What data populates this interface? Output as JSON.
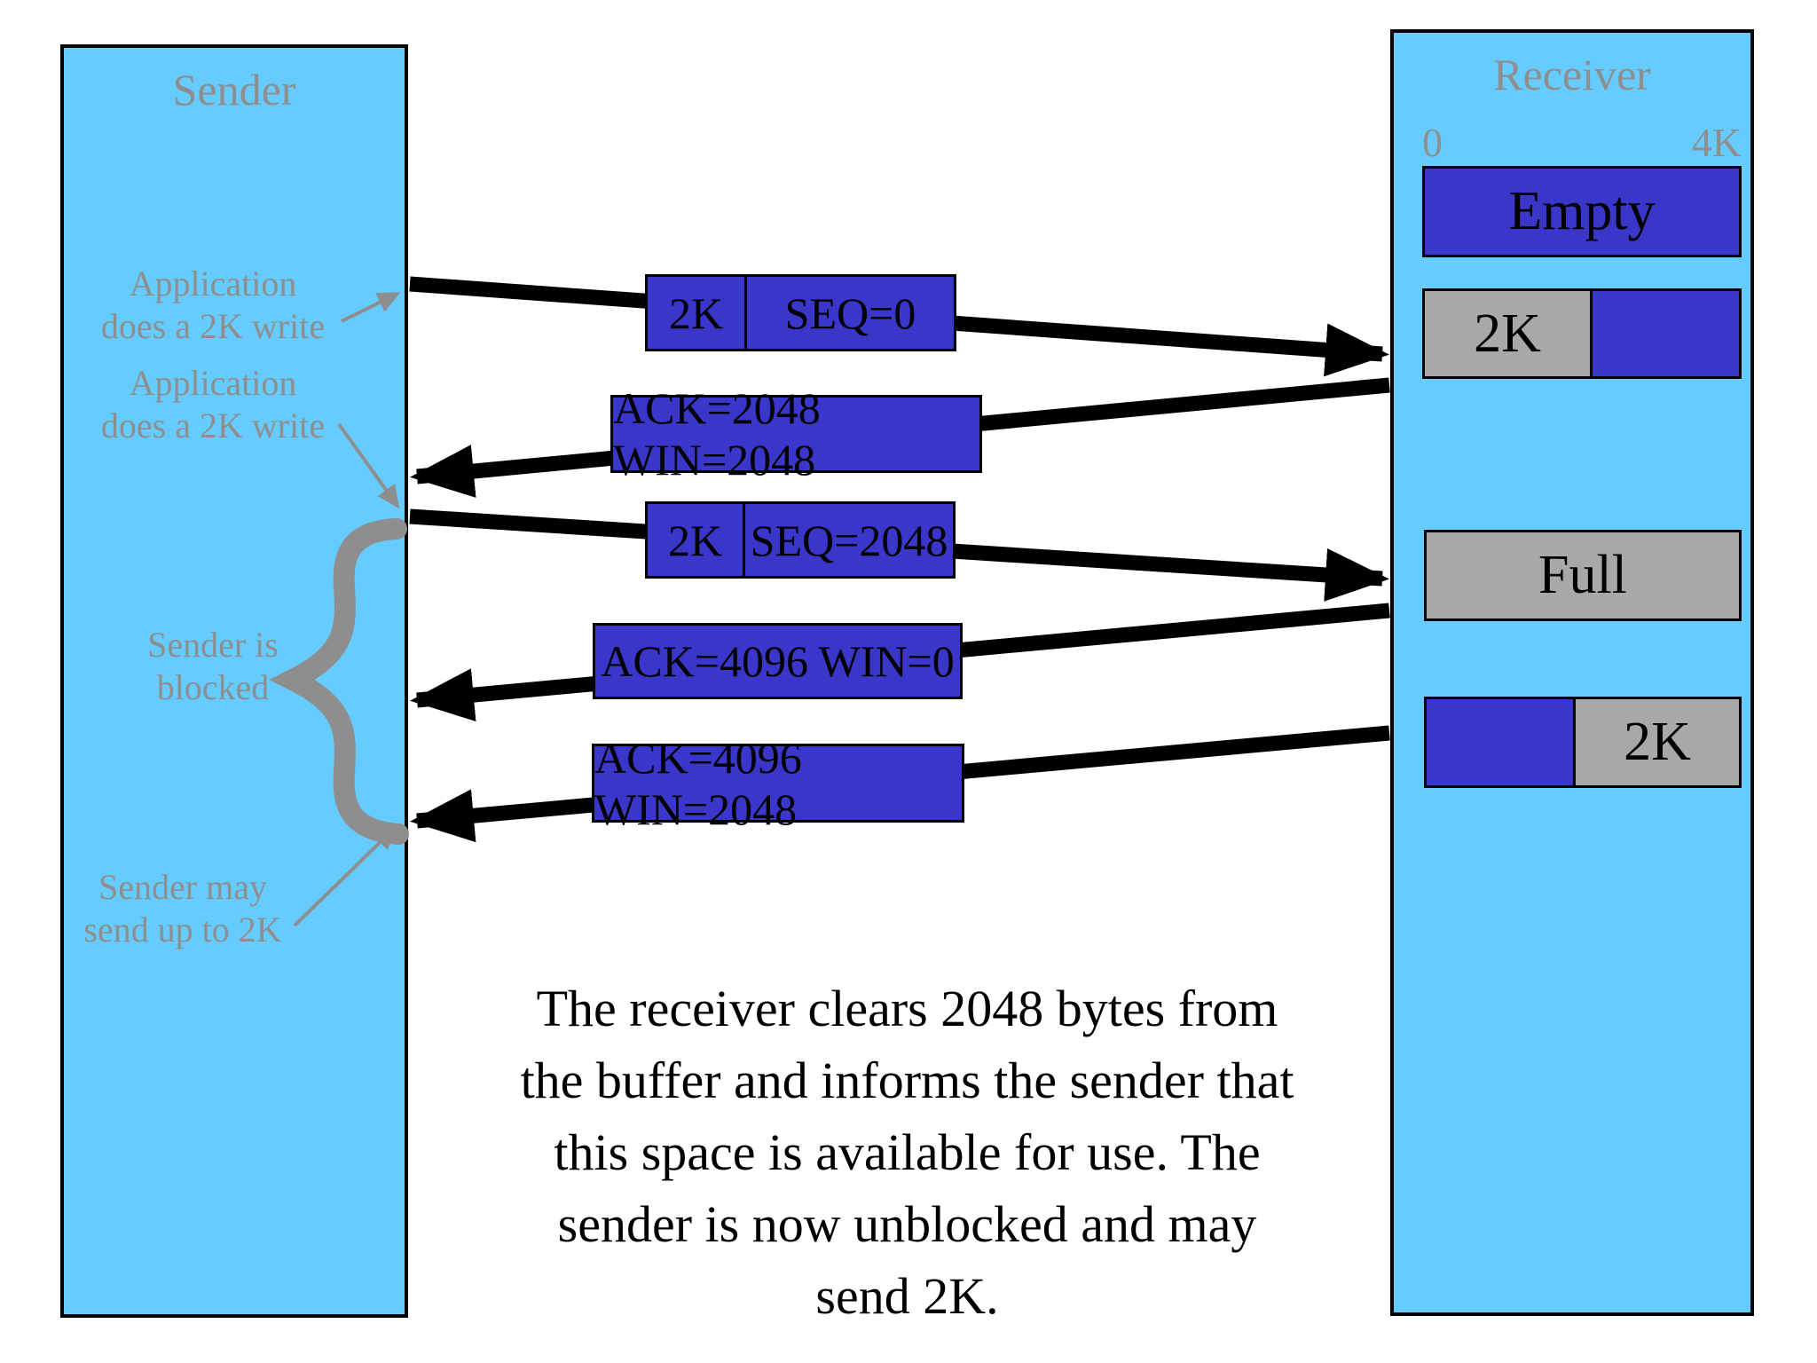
{
  "sender_panel": {
    "title": "Sender",
    "annotations": [
      {
        "lines": [
          "Application",
          "does a 2K write"
        ]
      },
      {
        "lines": [
          "Application",
          "does a 2K write"
        ]
      },
      {
        "lines": [
          "Sender is",
          "blocked"
        ]
      },
      {
        "lines": [
          "Sender may",
          "send up to 2K"
        ]
      }
    ]
  },
  "receiver_panel": {
    "title": "Receiver",
    "scale": {
      "start": "0",
      "end": "4K"
    },
    "buffers": [
      {
        "label": "Empty"
      },
      {
        "filled_label": "2K"
      },
      {
        "label": "Full"
      },
      {
        "remaining_label": "2K"
      }
    ]
  },
  "messages": [
    {
      "size": "2K",
      "label": "SEQ=0",
      "direction": "to-receiver"
    },
    {
      "label": "ACK=2048 WIN=2048",
      "direction": "to-sender"
    },
    {
      "size": "2K",
      "label": "SEQ=2048",
      "direction": "to-receiver"
    },
    {
      "label": "ACK=4096 WIN=0",
      "direction": "to-sender"
    },
    {
      "label": "ACK=4096 WIN=2048",
      "direction": "to-sender"
    }
  ],
  "caption": {
    "lines": [
      "The receiver clears 2048 bytes from",
      "the buffer and informs the sender that",
      "this space is available for use. The",
      "sender is now unblocked and may",
      "send 2K."
    ]
  },
  "colors": {
    "panel_fill": "#66CCFF",
    "segment_fill": "#3936C9",
    "buffer_gray": "#A8A8A8",
    "annotation_gray": "#8E8E8E",
    "arrow_black": "#000000"
  }
}
